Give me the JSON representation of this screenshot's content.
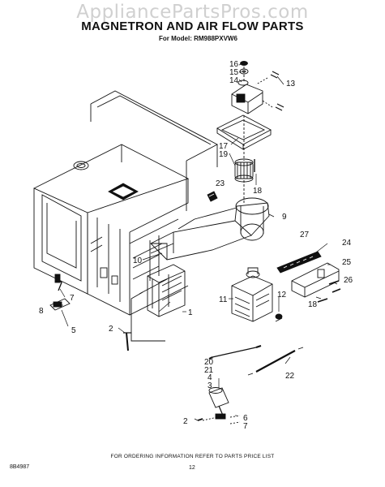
{
  "watermark": "AppliancePartsPros.com",
  "title": "MAGNETRON AND AIR FLOW PARTS",
  "subtitle": "For Model: RM988PXVW6",
  "footer": "FOR ORDERING INFORMATION REFER TO PARTS PRICE LIST",
  "doc_number": "8B4987",
  "page_number": "12",
  "callouts": [
    {
      "id": "c16",
      "text": "16"
    },
    {
      "id": "c15",
      "text": "15"
    },
    {
      "id": "c14",
      "text": "14"
    },
    {
      "id": "c13",
      "text": "13"
    },
    {
      "id": "c17",
      "text": "17"
    },
    {
      "id": "c19",
      "text": "19"
    },
    {
      "id": "c23",
      "text": "23"
    },
    {
      "id": "c18a",
      "text": "18"
    },
    {
      "id": "c9",
      "text": "9"
    },
    {
      "id": "c27",
      "text": "27"
    },
    {
      "id": "c24",
      "text": "24"
    },
    {
      "id": "c25",
      "text": "25"
    },
    {
      "id": "c26",
      "text": "26"
    },
    {
      "id": "c18b",
      "text": "18"
    },
    {
      "id": "c10",
      "text": "10"
    },
    {
      "id": "c11",
      "text": "11"
    },
    {
      "id": "c12",
      "text": "12"
    },
    {
      "id": "c7a",
      "text": "7"
    },
    {
      "id": "c8",
      "text": "8"
    },
    {
      "id": "c5",
      "text": "5"
    },
    {
      "id": "c1",
      "text": "1"
    },
    {
      "id": "c2a",
      "text": "2"
    },
    {
      "id": "c20",
      "text": "20"
    },
    {
      "id": "c21",
      "text": "21"
    },
    {
      "id": "c3",
      "text": "3"
    },
    {
      "id": "c4",
      "text": "4"
    },
    {
      "id": "c22",
      "text": "22"
    },
    {
      "id": "c2b",
      "text": "2"
    },
    {
      "id": "c6",
      "text": "6"
    },
    {
      "id": "c7b",
      "text": "7"
    }
  ]
}
